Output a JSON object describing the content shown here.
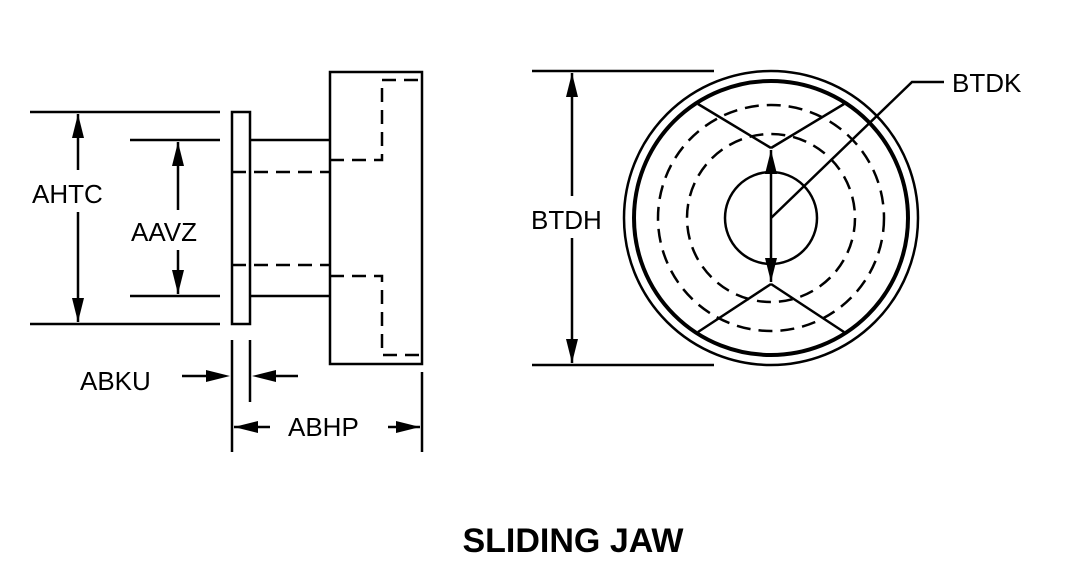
{
  "title": "SLIDING JAW",
  "labels": {
    "ahtc": "AHTC",
    "aavz": "AAVZ",
    "abku": "ABKU",
    "abhp": "ABHP",
    "btdh": "BTDH",
    "btdk": "BTDK"
  }
}
